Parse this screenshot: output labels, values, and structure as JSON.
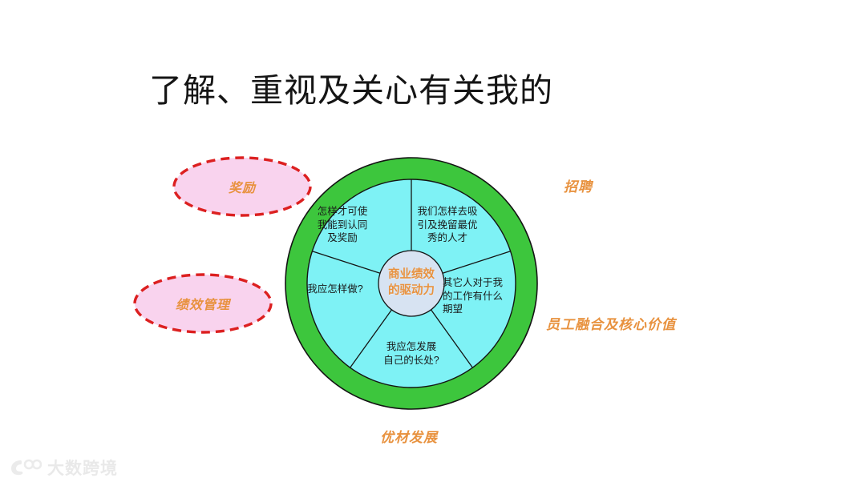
{
  "slide": {
    "title": "了解、重视及关心有关我的",
    "background_color": "#ffffff"
  },
  "wheel": {
    "hub": {
      "label": "商业绩效\n的驱动力",
      "fill_color": "#d7e3f2",
      "text_color": "#e8923f"
    },
    "ring": {
      "outer_fill": "#3dc63d",
      "inner_fill": "#7ef2f5",
      "stroke_color": "#1a1a1a"
    },
    "segments": [
      {
        "id": "recognition-reward",
        "label": "怎样才可使\n我能到认同\n及奖励"
      },
      {
        "id": "attract-retain-talent",
        "label": "我们怎样去吸\n引及挽留最优\n秀的人才"
      },
      {
        "id": "others-expectations",
        "label": "其它人对于我\n的工作有什么\n期望"
      },
      {
        "id": "develop-strengths",
        "label": "我应怎发展\n自己的长处?"
      },
      {
        "id": "what-should-i-do",
        "label": "我应怎样做?"
      }
    ]
  },
  "callouts": [
    {
      "id": "rewards",
      "label": "奖励",
      "fill_color": "#f9d3ee",
      "border_color": "#dc2020",
      "text_color": "#e8923f"
    },
    {
      "id": "performance-management",
      "label": "绩效管理",
      "fill_color": "#f9d3ee",
      "border_color": "#dc2020",
      "text_color": "#e8923f"
    }
  ],
  "outer_labels": [
    {
      "id": "recruitment",
      "label": "招聘",
      "color": "#e8923f"
    },
    {
      "id": "employee-integration-core-values",
      "label": "员工融合及核心价值",
      "color": "#e8923f"
    },
    {
      "id": "talent-development",
      "label": "优材发展",
      "color": "#e8923f"
    }
  ],
  "watermark": {
    "text": "大数跨境",
    "color": "#e6e6e6"
  }
}
